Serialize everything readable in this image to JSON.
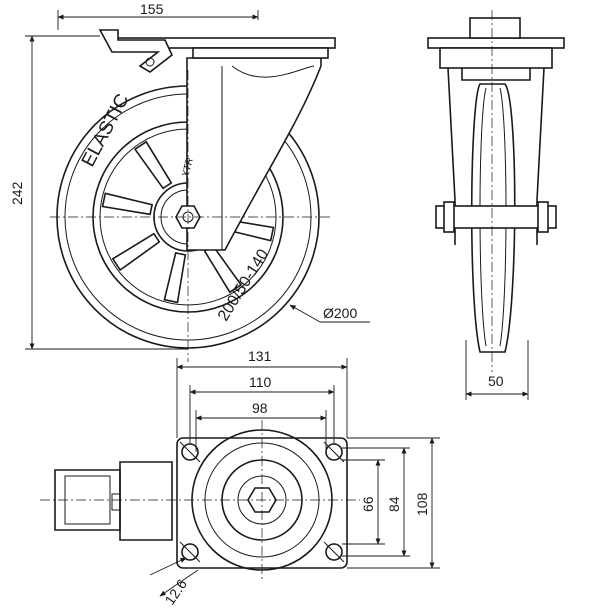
{
  "dimensions": {
    "plate_width": "155",
    "overall_height": "242",
    "wheel_diameter": "Ø200",
    "wheel_width": "50",
    "plate_length": "131",
    "bolt_spacing_long": "110",
    "bolt_spacing_short": "98",
    "bolt_spacing_width_inner": "66",
    "bolt_spacing_width_outer": "84",
    "plate_width_bottom": "108",
    "bolt_hole": "12.6"
  },
  "wheel_markings": {
    "tread_label": "ELASTIC",
    "tyre_size": "200/50-140",
    "hub_logo": "XTR"
  },
  "colors": {
    "line": "#1a1a1a",
    "background": "#ffffff"
  }
}
